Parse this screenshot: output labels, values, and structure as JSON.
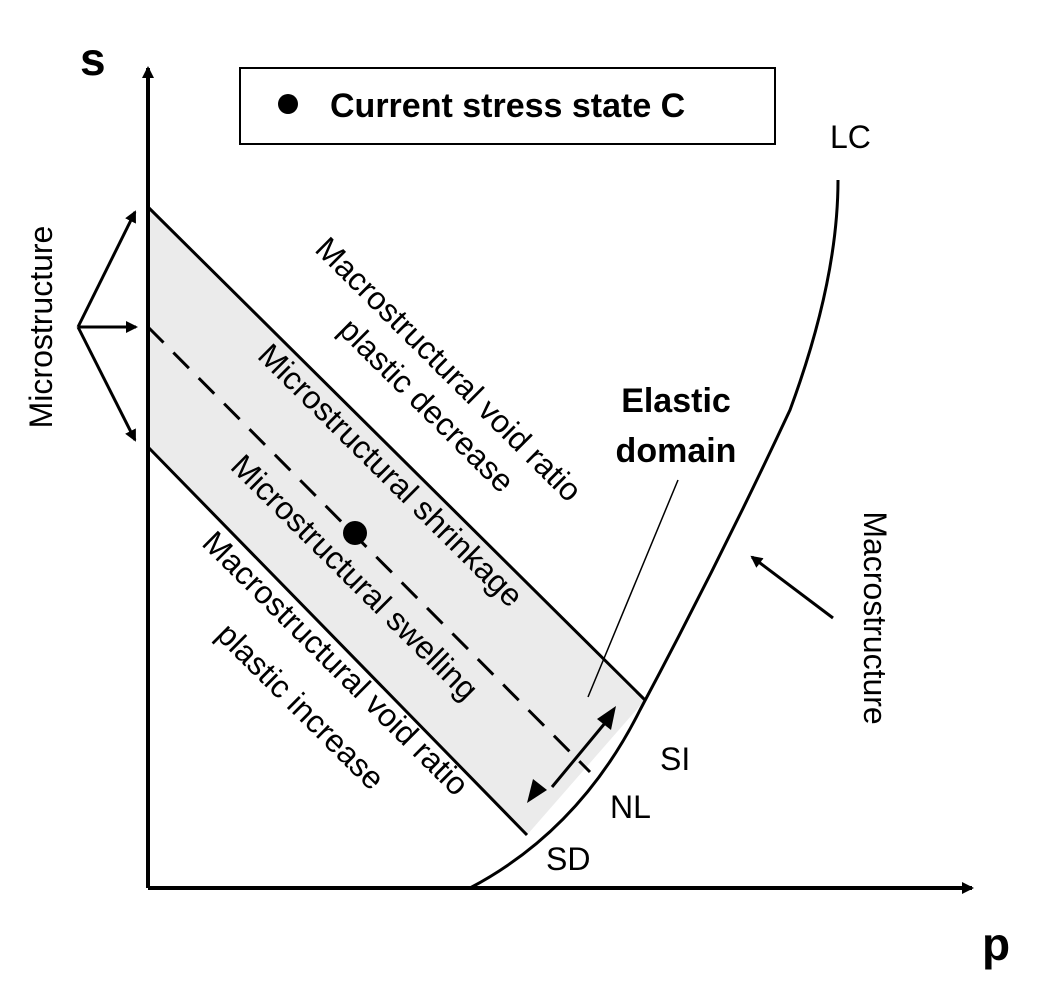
{
  "axes": {
    "y_label": "s",
    "x_label": "p"
  },
  "legend": {
    "text": "Current stress state C"
  },
  "curve_labels": {
    "lc": "LC",
    "si": "SI",
    "nl": "NL",
    "sd": "SD"
  },
  "region_labels": {
    "upper_line1": "Macrostructural void ratio",
    "upper_line2": "plastic decrease",
    "band_upper": "Microstructural shrinkage",
    "band_lower": "Microstructural swelling",
    "lower_line1": "Macrostructural void ratio",
    "lower_line2": "plastic increase"
  },
  "annotations": {
    "elastic_line1": "Elastic",
    "elastic_line2": "domain",
    "microstructure": "Microstructure",
    "macrostructure": "Macrostructure"
  },
  "colors": {
    "band_fill": "#ebebeb",
    "stroke": "#000000"
  }
}
